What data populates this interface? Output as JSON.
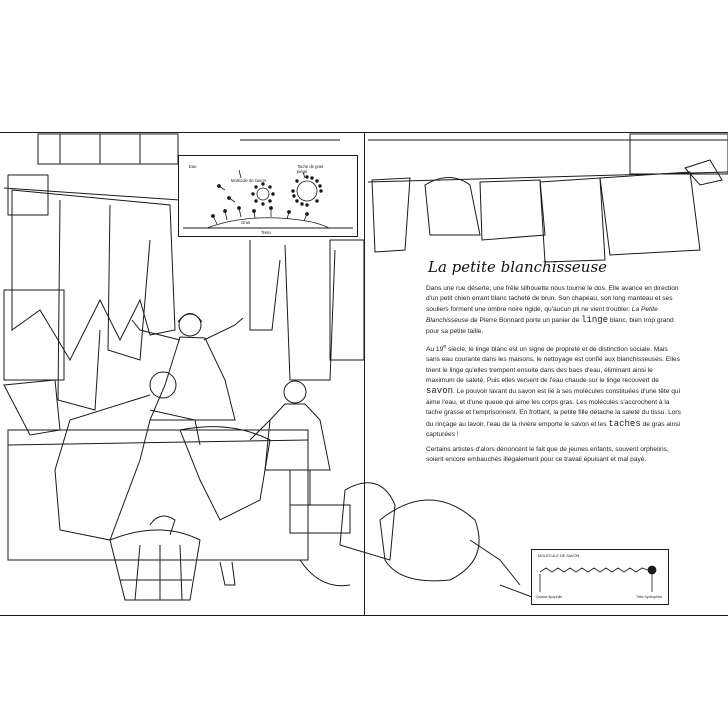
{
  "inset": {
    "labels": {
      "eau": "Eau",
      "molecule": "Molécule de savon",
      "tache": "Tache de gras piégé",
      "gras": "Gras",
      "tissu": "Tissu"
    }
  },
  "article": {
    "title": "La petite blanchisseuse",
    "p1": {
      "a": "Dans une rue déserte, une frêle silhouette nous tourne le dos. Elle avance en direction d'un petit chien errant blanc tacheté de brun. Son chapeau, son long manteau et ses souliers forment une ombre noire rigide, qu'aucun pli ne vient troubler. ",
      "b": "La Petite Blanchisseuse",
      "c": " de Pierre Bonnard porte un panier de ",
      "d": "linge",
      "e": " blanc, bien trop grand pour sa petite taille."
    },
    "p2": {
      "a": "Au 19",
      "sup": "e",
      "b": " siècle, le linge blanc est un signe de propreté et de distinction sociale. Mais sans eau courante dans les maisons, le nettoyage est confié aux blanchisseuses. Elles trient le linge qu'elles trempent ensuite dans des bacs d'eau, éliminant ainsi le maximum de saleté. Puis elles versent de l'eau chaude sur le linge recouvert de ",
      "c": "savon",
      "d": ". Le pouvoir lavant du savon est lié à ses molécules constituées d'une tête qui aime l'eau, et d'une queue qui aime les corps gras. Les molécules s'accrochent à la tache grasse et l'emprisonnent. En frottant, la petite fille détache la saleté du tissu. Lors du rinçage au lavoir, l'eau de la rivière emporte le savon et les ",
      "e": "taches",
      "f": " de gras ainsi capturées !"
    },
    "p3": "Certains artistes d'alors dénoncent le fait que de jeunes enfants, souvent orphelins, soient encore embauchés illégalement pour ce travail épuisant et mal payé."
  },
  "diagram": {
    "title": "MOLÉCULE DE SAVON",
    "tail_label": "Queue lipophile",
    "head_label": "Tête hydrophile"
  }
}
